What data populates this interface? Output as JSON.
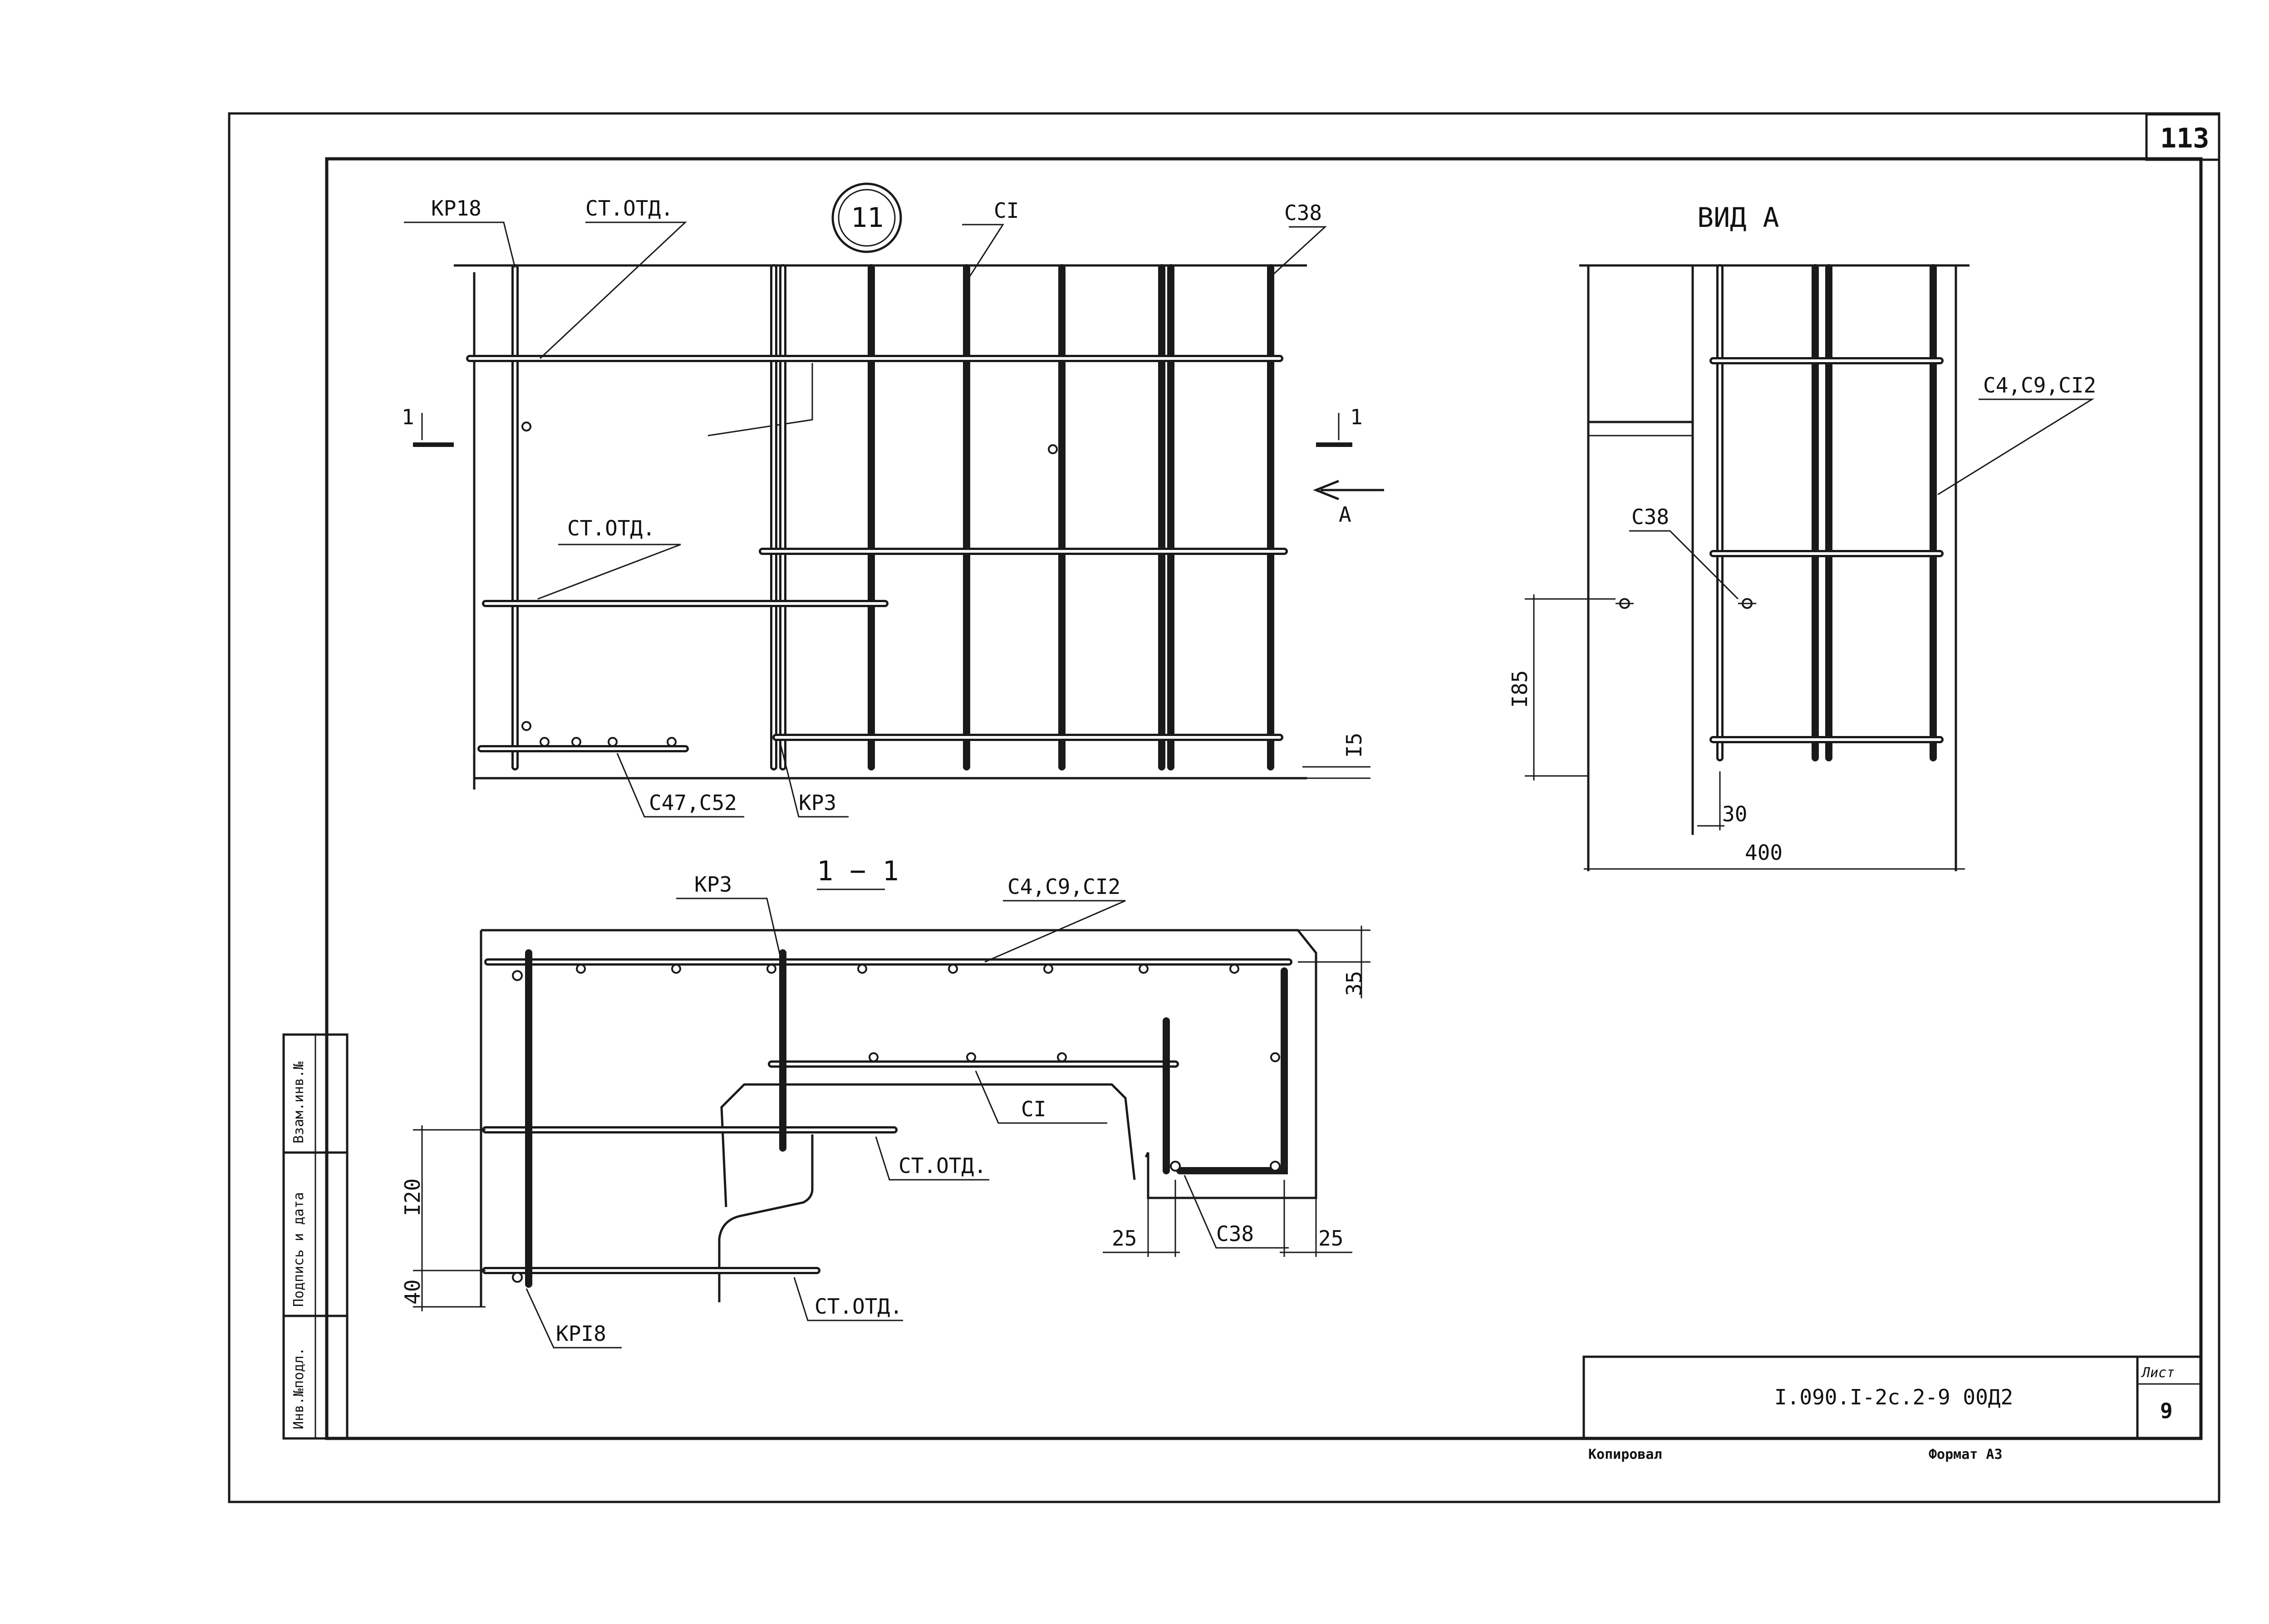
{
  "sheet": {
    "number_top": "113",
    "doc_code": "I.090.I-2c.2-9 00Д2",
    "list_label": "Лист",
    "list_number": "9",
    "copied": "Копировал",
    "format": "Формат А3"
  },
  "stamp": {
    "col1": "Инв.№подл.",
    "col2": "Подпись и дата",
    "col3": "Взам.инв.№"
  },
  "view_main": {
    "circle_label": "11",
    "labels": {
      "kr18_top": "КР18",
      "st_otd_top": "СТ.ОТД.",
      "c1_top": "СI",
      "c38_top": "С38",
      "st_otd_mid": "СТ.ОТД.",
      "c47_c52": "С47,С52",
      "kr3_bottom": "КР3",
      "section_left": "1",
      "section_right": "1",
      "view_arrow": "А",
      "dim_15": "I5"
    }
  },
  "view_a": {
    "title": "ВИД А",
    "labels": {
      "c4_c9_c12": "С4,С9,СI2",
      "c38": "С38",
      "dim_185": "I85",
      "dim_30": "30",
      "dim_400": "400"
    }
  },
  "section_1_1": {
    "title": "1 − 1",
    "labels": {
      "kr3": "КР3",
      "c4_c9_c12": "С4,С9,СI2",
      "c1": "СI",
      "st_otd_1": "СТ.ОТД.",
      "st_otd_2": "СТ.ОТД.",
      "c38": "С38",
      "kr18": "КРI8",
      "dim_35": "35",
      "dim_120": "I20",
      "dim_40": "40",
      "dim_25_left": "25",
      "dim_25_right": "25"
    }
  }
}
